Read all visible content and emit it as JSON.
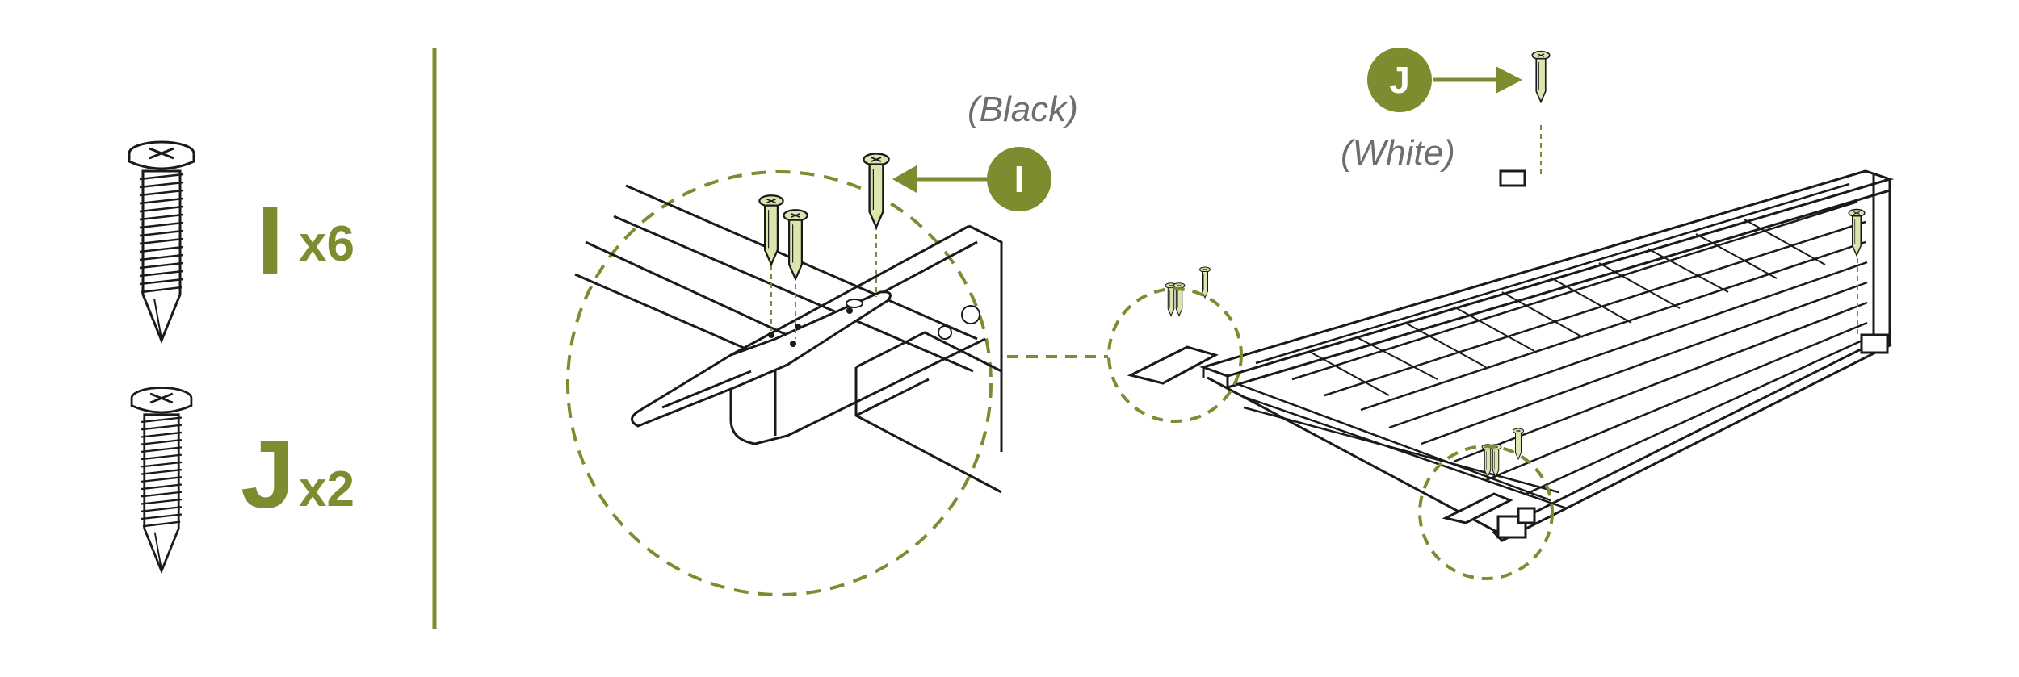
{
  "colors": {
    "accent": "#7e8b2e",
    "screw_fill": "#dfe4ad",
    "line": "#1a1a1a",
    "label_gray": "#6e6e6e"
  },
  "parts": [
    {
      "letter": "I",
      "quantity": "x6",
      "icon": "screw-icon"
    },
    {
      "letter": "J",
      "quantity": "x2",
      "icon": "screw-icon"
    }
  ],
  "callouts": {
    "black": {
      "badge": "I",
      "note": "(Black)"
    },
    "white": {
      "badge": "J",
      "note": "(White)"
    }
  }
}
